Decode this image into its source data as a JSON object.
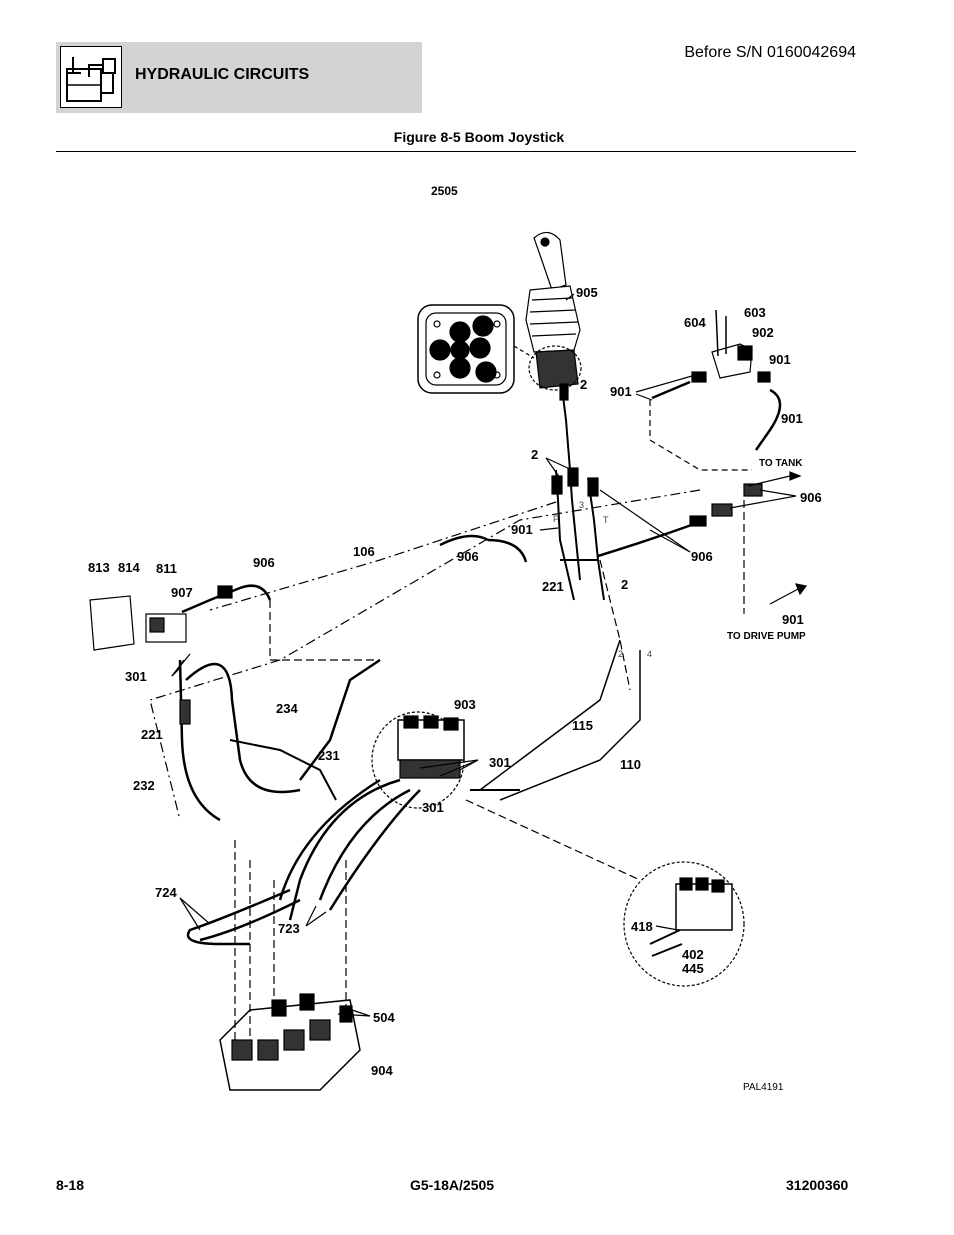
{
  "header": {
    "section_title": "HYDRAULIC CIRCUITS",
    "serial_note": "Before S/N 0160042694",
    "icon": "hydraulic-circuit-icon"
  },
  "figure": {
    "title": "Figure 8-5 Boom Joystick",
    "model": "2505",
    "reference_code": "PAL4191",
    "notes": {
      "to_tank": "TO TANK",
      "to_drive_pump": "TO DRIVE PUMP"
    },
    "port_labels": [
      "P",
      "3",
      "T",
      "2",
      "4"
    ],
    "callouts": [
      "905",
      "603",
      "604",
      "902",
      "901",
      "901",
      "2",
      "901",
      "2",
      "906",
      "901",
      "906",
      "106",
      "906",
      "813",
      "814",
      "811",
      "906",
      "907",
      "221",
      "2",
      "901",
      "301",
      "903",
      "234",
      "115",
      "221",
      "231",
      "301",
      "110",
      "232",
      "301",
      "724",
      "723",
      "418",
      "402",
      "445",
      "504",
      "904"
    ]
  },
  "footer": {
    "page_number": "8-18",
    "model": "G5-18A/2505",
    "doc_number": "31200360"
  }
}
